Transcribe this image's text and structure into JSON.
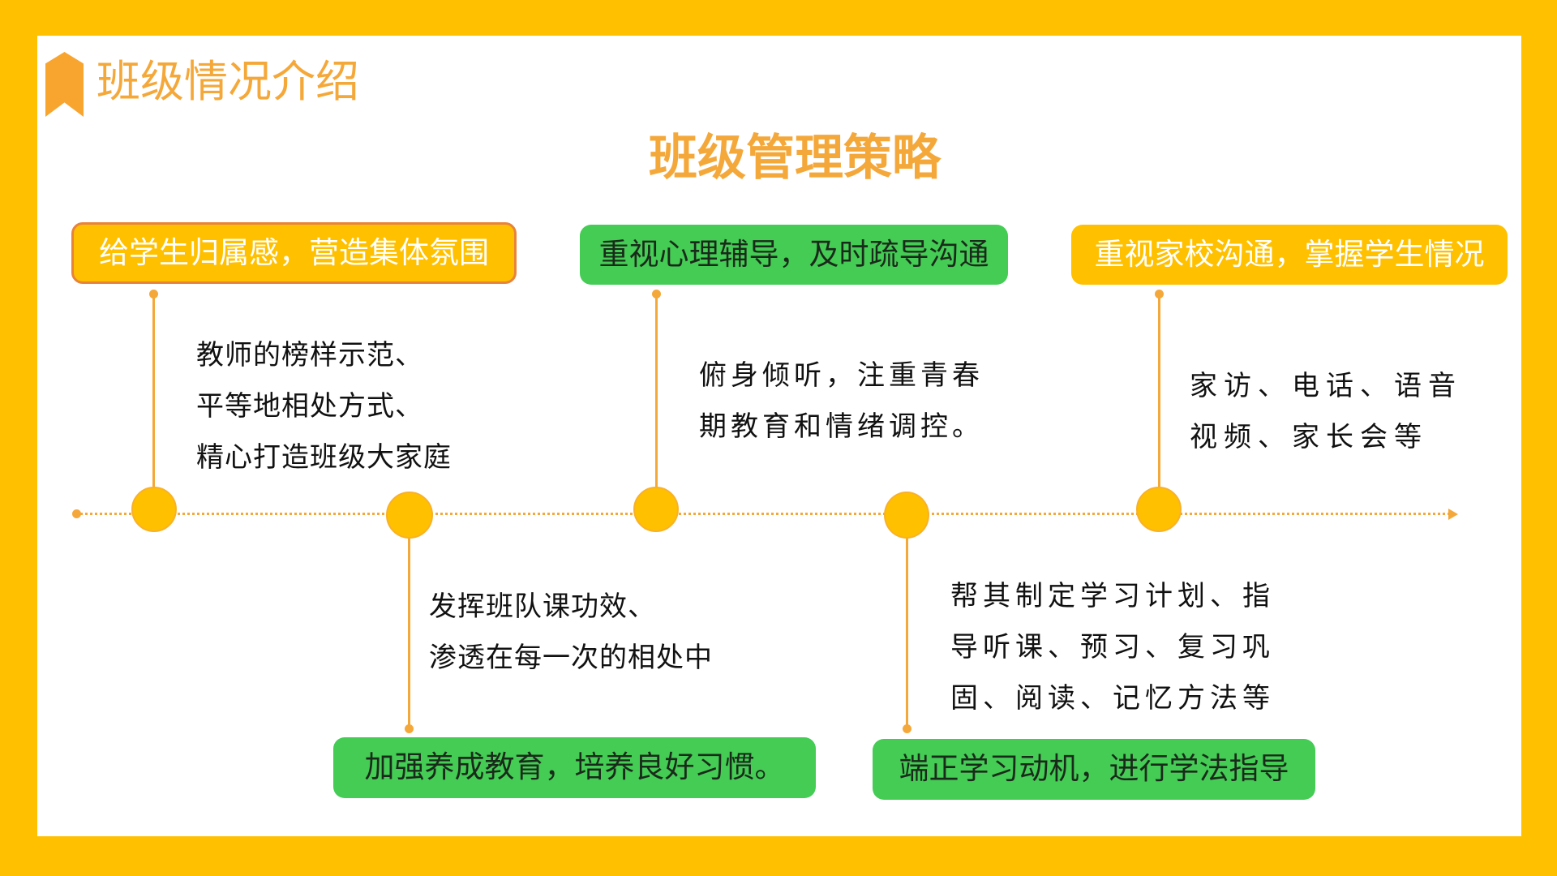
{
  "header": {
    "title": "班级情况介绍",
    "icon": "bookmark-icon"
  },
  "slide": {
    "title": "班级管理策略"
  },
  "colors": {
    "frame": "#FFC000",
    "accent": "#F5A83A",
    "green": "#44CC55",
    "border": "#E8833A"
  },
  "strategies": [
    {
      "label": "给学生归属感，营造集体氛围",
      "details": [
        "教师的榜样示范、",
        "平等地相处方式、",
        "精心打造班级大家庭"
      ]
    },
    {
      "label": "加强养成教育，培养良好习惯。",
      "details": [
        "发挥班队课功效、",
        "渗透在每一次的相处中"
      ]
    },
    {
      "label": "重视心理辅导，及时疏导沟通",
      "details": [
        "俯身倾听，注重青春",
        "期教育和情绪调控。"
      ]
    },
    {
      "label": "端正学习动机，进行学法指导",
      "details": [
        "帮其制定学习计划、指",
        "导听课、预习、复习巩",
        "固、阅读、记忆方法等"
      ]
    },
    {
      "label": "重视家校沟通，掌握学生情况",
      "details": [
        "家访、电话、语音",
        "视频、家长会等"
      ]
    }
  ]
}
